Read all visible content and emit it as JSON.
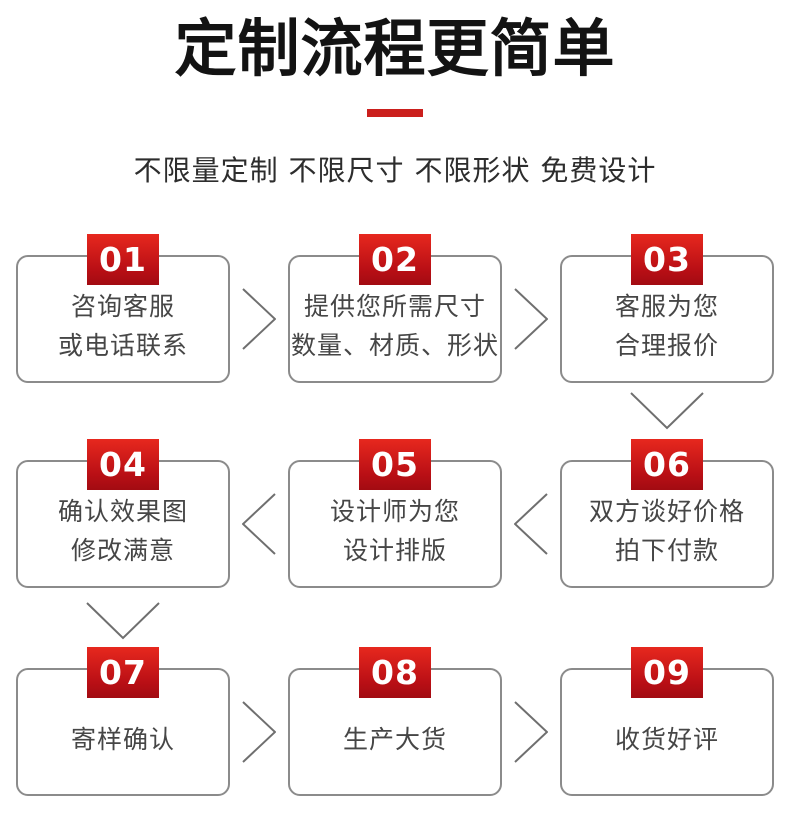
{
  "header": {
    "title": "定制流程更简单",
    "subtitle": "不限量定制 不限尺寸 不限形状 免费设计"
  },
  "colors": {
    "accent_red": "#cb1f1d",
    "badge_gradient_top": "#e7281e",
    "badge_gradient_bottom": "#a20b12",
    "box_border": "#8b8b8b",
    "step_text": "#464646",
    "arrow_stroke": "#6f6f6f"
  },
  "steps": [
    {
      "number": "01",
      "line1": "咨询客服",
      "line2": "或电话联系"
    },
    {
      "number": "02",
      "line1": "提供您所需尺寸",
      "line2": "数量、材质、形状"
    },
    {
      "number": "03",
      "line1": "客服为您",
      "line2": "合理报价"
    },
    {
      "number": "04",
      "line1": "确认效果图",
      "line2": "修改满意"
    },
    {
      "number": "05",
      "line1": "设计师为您",
      "line2": "设计排版"
    },
    {
      "number": "06",
      "line1": "双方谈好价格",
      "line2": "拍下付款"
    },
    {
      "number": "07",
      "line1": "寄样确认",
      "line2": ""
    },
    {
      "number": "08",
      "line1": "生产大货",
      "line2": ""
    },
    {
      "number": "09",
      "line1": "收货好评",
      "line2": ""
    }
  ]
}
